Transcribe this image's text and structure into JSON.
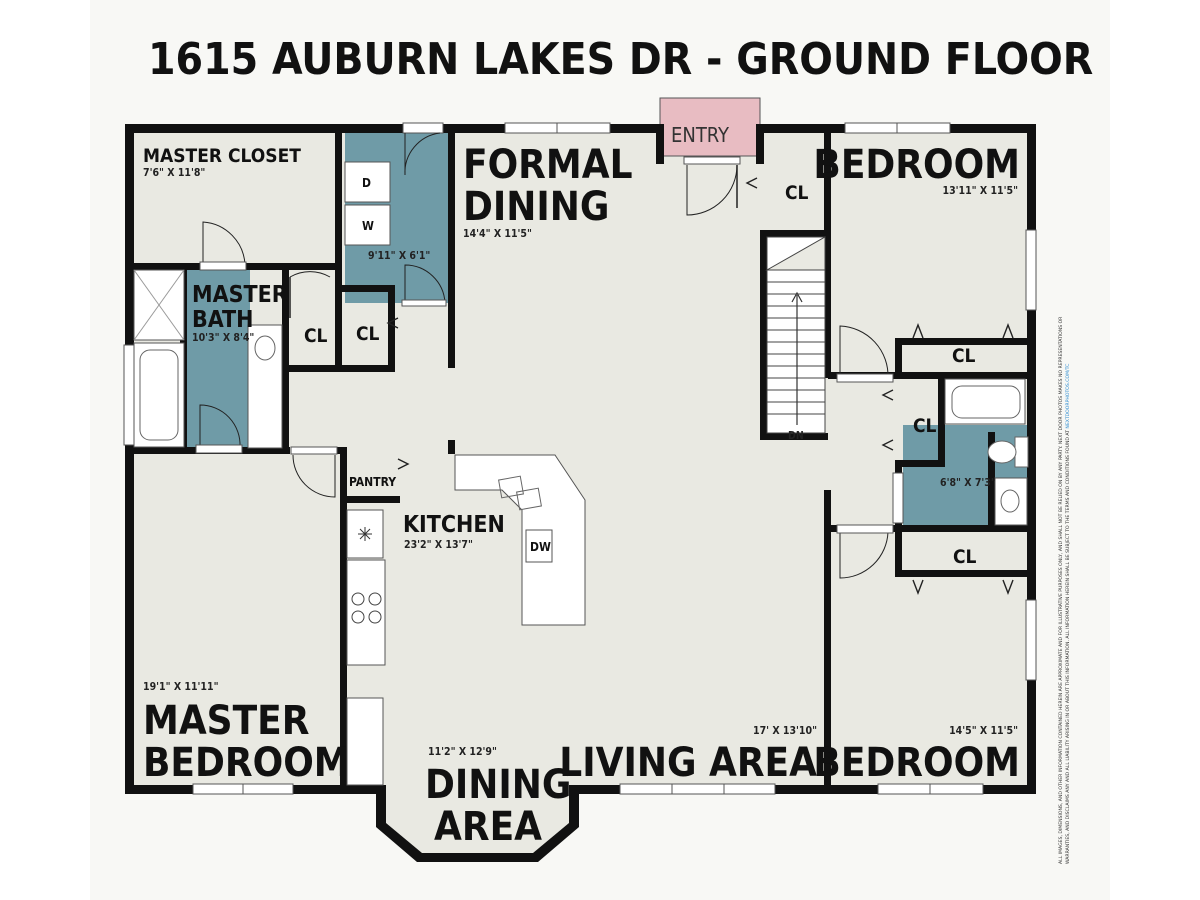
{
  "title": "1615 AUBURN LAKES DR - GROUND FLOOR",
  "colors": {
    "page": "#ffffff",
    "paper": "#f8f8f5",
    "floor": "#e9e9e2",
    "wall": "#111111",
    "bath": "#6f9ba7",
    "entry": "#e8bcc2"
  },
  "rooms": {
    "master_closet": {
      "name": "MASTER CLOSET",
      "dims": "7'6\" X 11'8\""
    },
    "laundry": {
      "dims": "9'11\" X 6'1\"",
      "dryer": "D",
      "washer": "W"
    },
    "formal_dining": {
      "line1": "FORMAL",
      "line2": "DINING",
      "dims": "14'4\" X 11'5\""
    },
    "entry": {
      "name": "ENTRY"
    },
    "bedroom_top": {
      "name": "BEDROOM",
      "dims": "13'11\" X 11'5\""
    },
    "master_bath": {
      "line1": "MASTER",
      "line2": "BATH",
      "dims": "10'3\" X 8'4\""
    },
    "kitchen": {
      "name": "KITCHEN",
      "dims": "23'2\" X 13'7\"",
      "pantry": "PANTRY",
      "dishwasher": "DW"
    },
    "hall_bath": {
      "dims": "6'8\" X 7'3\""
    },
    "master_bedroom": {
      "line1": "MASTER",
      "line2": "BEDROOM",
      "dims": "19'1\" X 11'11\""
    },
    "dining_area": {
      "line1": "DINING",
      "line2": "AREA",
      "dims": "11'2\" X 12'9\""
    },
    "living_area": {
      "name": "LIVING AREA",
      "dims": "17' X 13'10\""
    },
    "bedroom_bottom": {
      "name": "BEDROOM",
      "dims": "14'5\" X 11'5\""
    }
  },
  "closets": {
    "cl_entry": "CL",
    "cl_bath": "CL",
    "cl_laundry": "CL",
    "cl_bed_top": "CL",
    "cl_hall": "CL",
    "cl_bed_bottom": "CL"
  },
  "stairs": {
    "label": "DN"
  },
  "disclaimer": {
    "line1": "ALL IMAGES, DIMENSIONS, AND OTHER INFORMATION CONTAINED HEREIN ARE APPROXIMATE AND FOR ILLUSTRATIVE PURPOSES ONLY, AND SHALL NOT BE RELIED ON BY ANY PARTY. NEXT DOOR PHOTOS MAKES NO REPRESENTATIONS OR",
    "line2": "WARRANTIES, AND DISCLAIMS ANY AND ALL LIABILITY ARISING IN OR ABOUT THIS INFORMATION. ALL INFORMATION HEREIN SHALL BE SUBJECT TO THE TERMS AND CONDITIONS FOUND AT",
    "link": "NEXTDOORPHOTOS.COM/TC"
  }
}
